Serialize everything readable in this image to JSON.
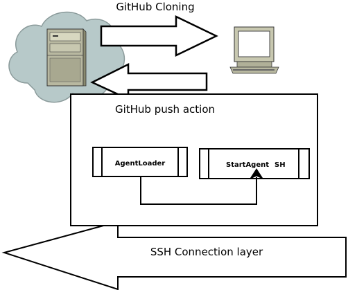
{
  "labels": {
    "cloning": "GitHub Cloning",
    "push_action": "GitHub push action",
    "agent_loader": "AgentLoader",
    "start_agent_main": "StartAgent",
    "start_agent_suffix": "SH",
    "ssh_layer": "SSH Connection layer"
  },
  "icons": {
    "cloud": "cloud-icon",
    "server": "server-icon",
    "computer": "desktop-computer-icon"
  },
  "colors": {
    "cloud_fill": "#b7c9c9",
    "cloud_stroke": "#8a9a9a",
    "server_body": "#b8b8a0",
    "computer_body": "#c8c8b0",
    "line": "#000000"
  }
}
